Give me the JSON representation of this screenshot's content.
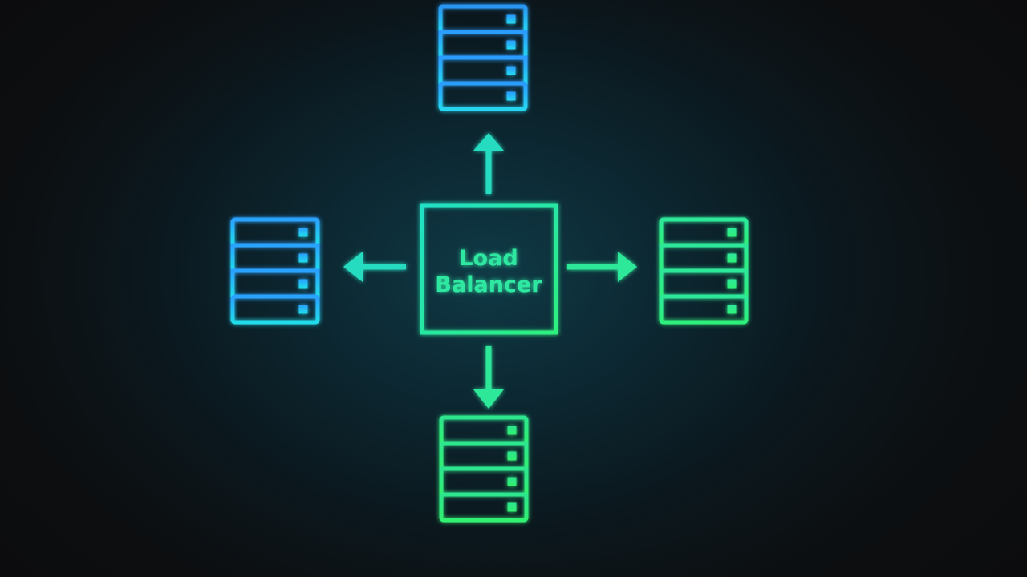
{
  "load_balancer": {
    "line1": "Load",
    "line2": "Balancer"
  },
  "servers": [
    {
      "position": "top",
      "icon": "server-rack-icon"
    },
    {
      "position": "left",
      "icon": "server-rack-icon"
    },
    {
      "position": "right",
      "icon": "server-rack-icon"
    },
    {
      "position": "bottom",
      "icon": "server-rack-icon"
    }
  ],
  "arrows": [
    {
      "direction": "up",
      "icon": "arrow-up-icon"
    },
    {
      "direction": "left",
      "icon": "arrow-left-icon"
    },
    {
      "direction": "right",
      "icon": "arrow-right-icon"
    },
    {
      "direction": "down",
      "icon": "arrow-down-icon"
    }
  ],
  "colors": {
    "background": "#0d1418",
    "blue": "#2aa8ff",
    "cyan": "#21e0d4",
    "green": "#2ef07e"
  }
}
